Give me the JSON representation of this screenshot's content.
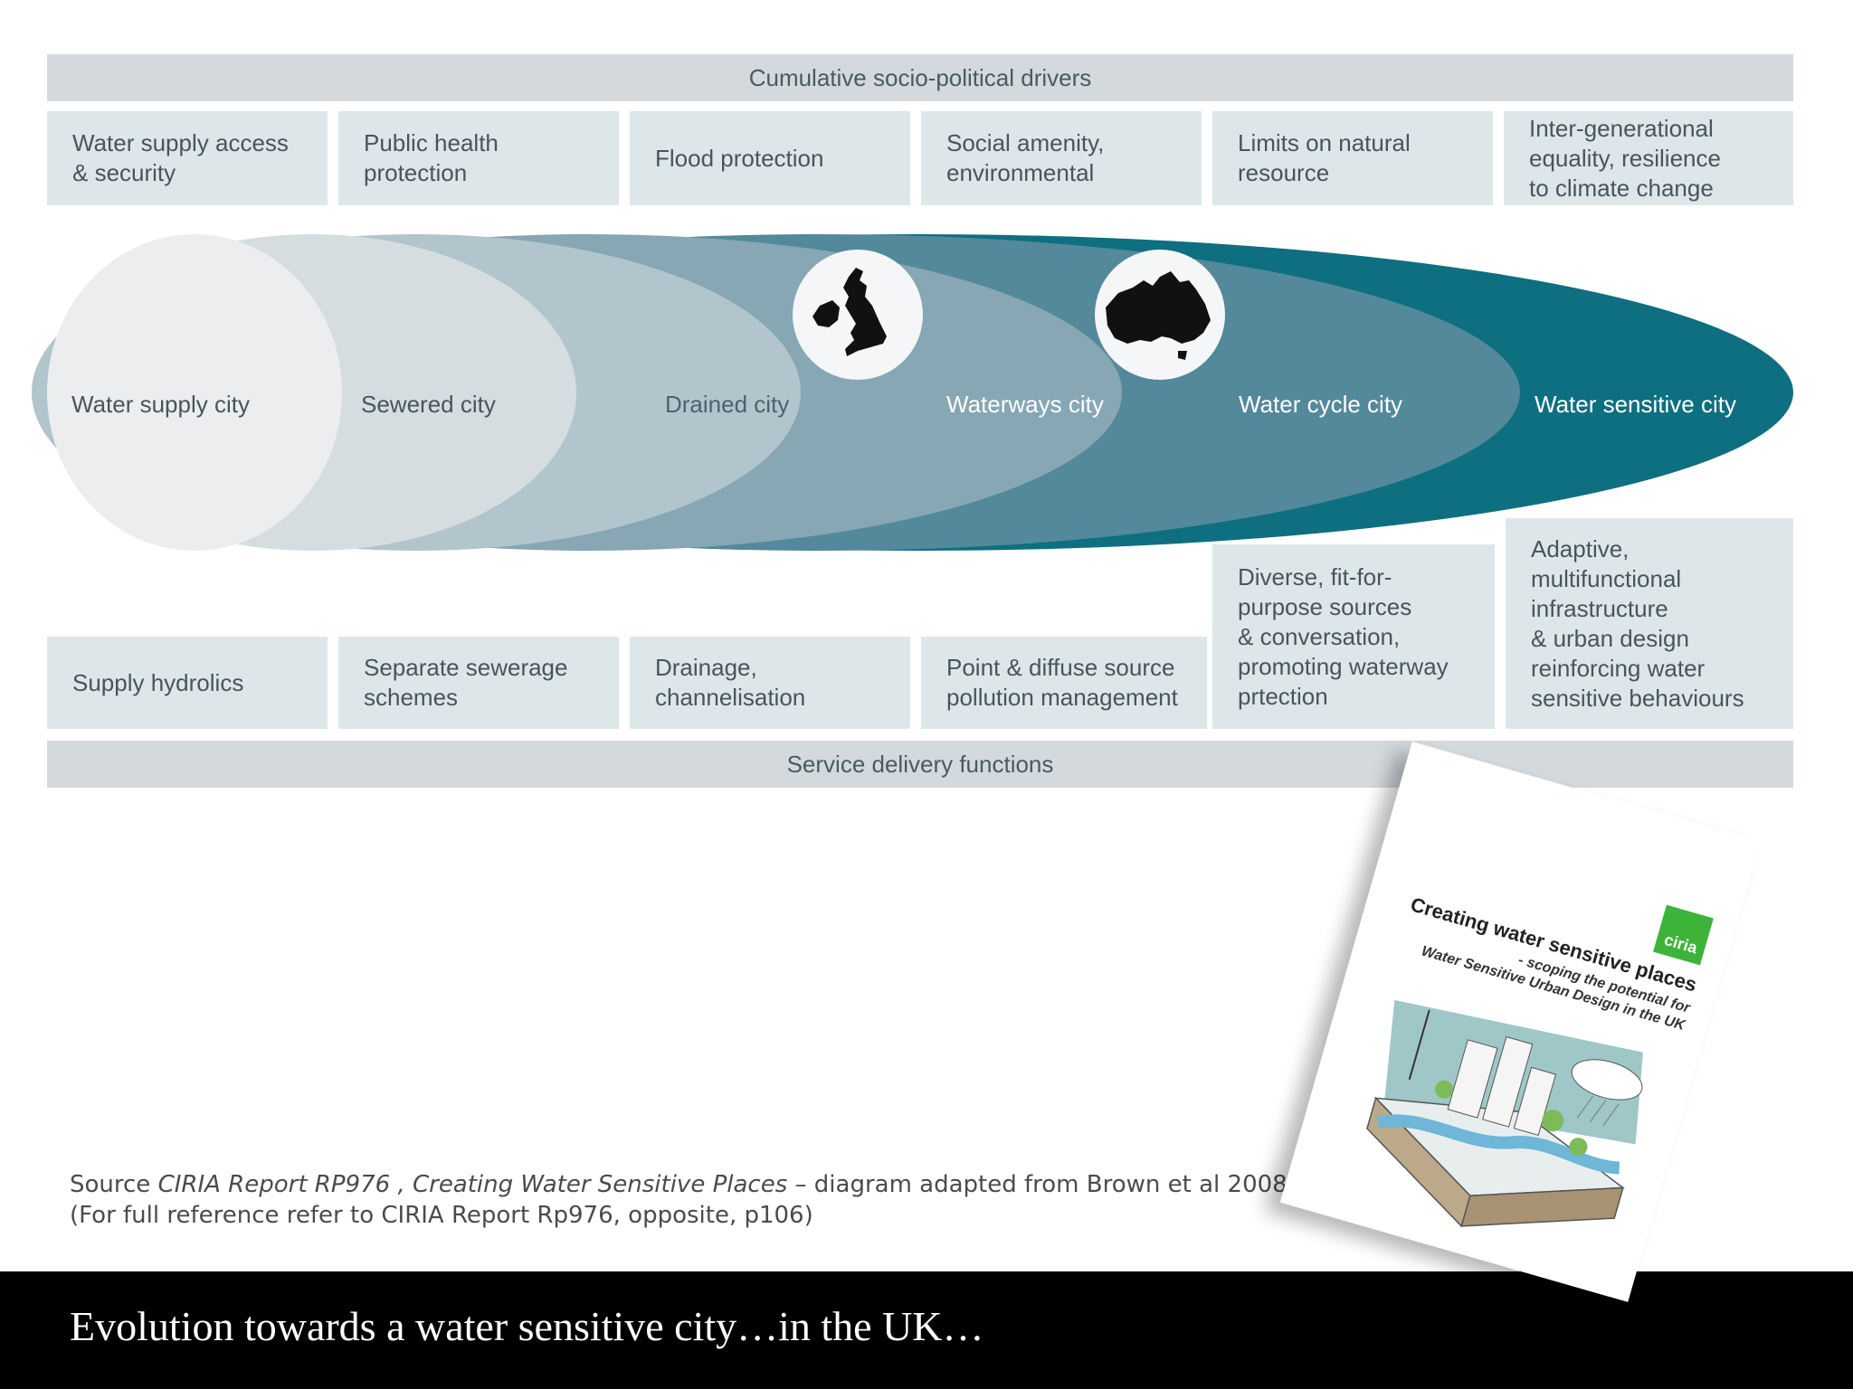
{
  "top_band": {
    "label": "Cumulative socio-political drivers"
  },
  "drivers": [
    "Water supply access\n& security",
    "Public health\nprotection",
    "Flood protection",
    "Social amenity,\nenvironmental",
    "Limits on natural\nresource",
    "Inter-generational\nequality, resilience\nto climate change"
  ],
  "stages": [
    {
      "label": "Water supply city",
      "color": "#ebedef",
      "text_color": "#47555e"
    },
    {
      "label": "Sewered city",
      "color": "#d5dde1",
      "text_color": "#47555e"
    },
    {
      "label": "Drained city",
      "color": "#b2c4cc",
      "text_color": "#4f626c"
    },
    {
      "label": "Waterways city",
      "color": "#86a7b3",
      "text_color": "#ffffff"
    },
    {
      "label": "Water cycle city",
      "color": "#53899a",
      "text_color": "#ffffff"
    },
    {
      "label": "Water sensitive city",
      "color": "#0e6f80",
      "text_color": "#ffffff"
    }
  ],
  "functions": [
    "Supply hydrolics",
    "Separate sewerage\nschemes",
    "Drainage,\nchannelisation",
    "Point & diffuse source\npollution management",
    "Diverse, fit-for-\npurpose sources\n& conversation,\npromoting waterway\nprtection",
    "Adaptive,\nmultifunctional\ninfrastructure\n& urban design\nreinforcing water\nsensitive behaviours"
  ],
  "bottom_band": {
    "label": "Service delivery functions"
  },
  "globes": [
    {
      "icon": "uk-map-icon"
    },
    {
      "icon": "australia-map-icon"
    }
  ],
  "source": {
    "prefix": "Source ",
    "italic": "CIRIA Report RP976 , Creating Water Sensitive Places",
    "suffix": " – diagram adapted from Brown et al 2008",
    "line2": "(For full reference refer to CIRIA Report Rp976, opposite, p106)"
  },
  "report": {
    "logo": "ciria",
    "title": "Creating water sensitive places",
    "subtitle": "- scoping the potential for\nWater Sensitive Urban Design in the UK"
  },
  "footer": {
    "title": "Evolution towards a water sensitive city…in the UK…"
  }
}
